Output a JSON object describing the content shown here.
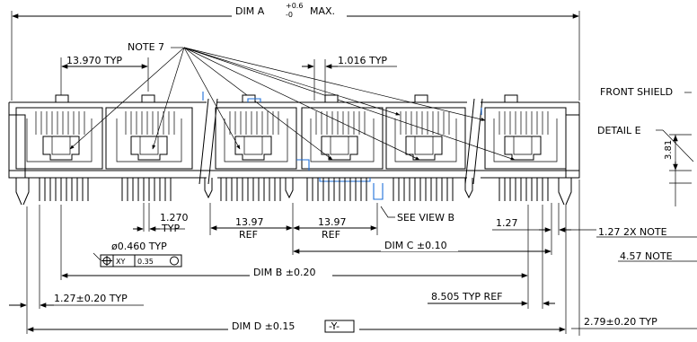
{
  "labels": {
    "dim_a": "DIM A",
    "dim_a_tol_top": "+0.6",
    "dim_a_tol_bottom": "-0",
    "dim_a_max": "MAX.",
    "note_7": "NOTE 7",
    "pitch_13970": "13.970 TYP",
    "dim_1016": "1.016 TYP",
    "front_shield": "FRONT SHIELD",
    "detail_e": "DETAIL E",
    "dim_381": "3.81",
    "dim_1270": "1.270",
    "typ": "TYP",
    "ref_1397_a": "13.97",
    "ref_1397_b": "13.97",
    "ref": "REF",
    "see_view_b": "SEE VIEW B",
    "dim_127": "1.27",
    "note_127_2x": "1.27 2X NOTE",
    "note_457": "4.57 NOTE",
    "dim_c": "DIM C ±0.10",
    "dia_0460": "ø0.460 TYP",
    "fcf_value": "0.35",
    "fcf_datums": "XY",
    "dim_b": "DIM B ±0.20",
    "dim_8505": "8.505 TYP REF",
    "dim_127_020": "1.27±0.20 TYP",
    "dim_d": "DIM D ±0.15",
    "datum_y": "-Y-",
    "dim_279": "2.79±0.20 TYP"
  },
  "colors": {
    "line": "#000000",
    "highlight": "#1e6fd9"
  }
}
